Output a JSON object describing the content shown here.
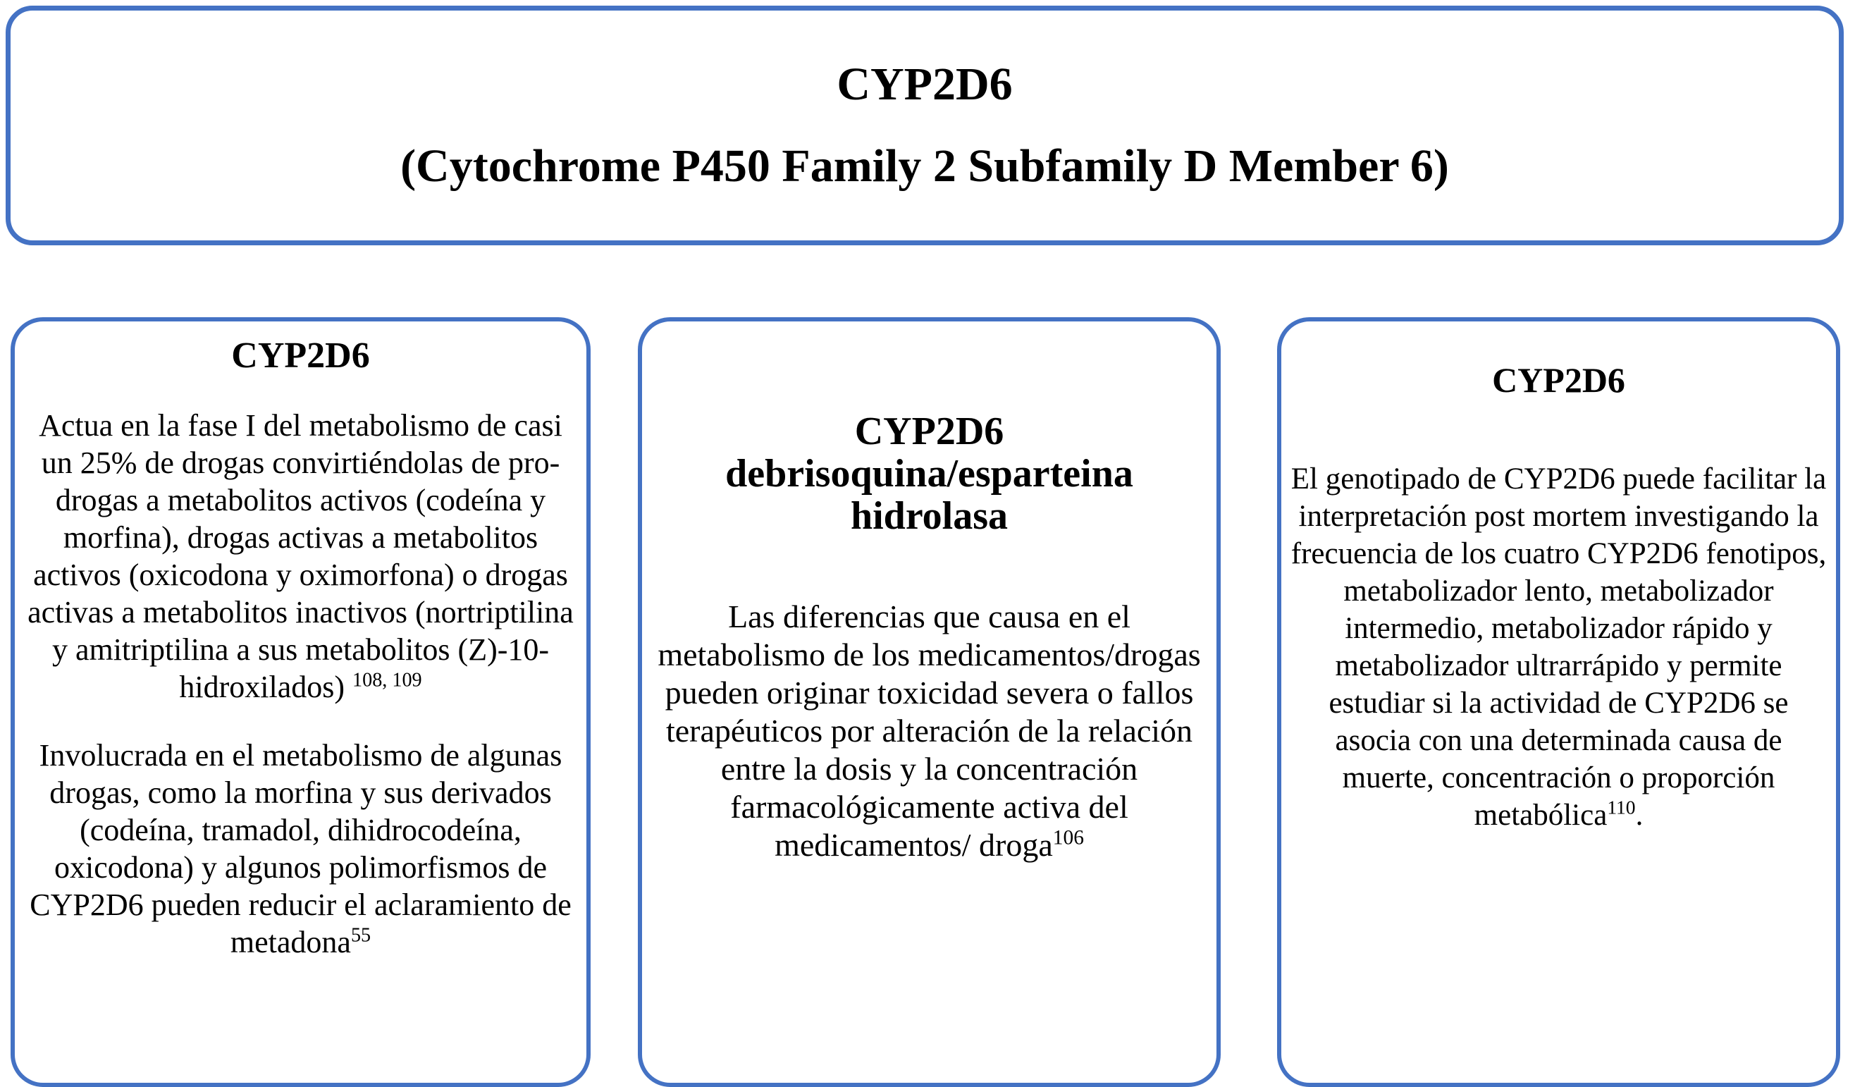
{
  "style": {
    "border_color": "#4472C4",
    "text_color": "#000000",
    "background": "#ffffff"
  },
  "header": {
    "title": "CYP2D6",
    "subtitle": "(Cytochrome P450 Family 2 Subfamily D Member 6)"
  },
  "cards": [
    {
      "heading": "CYP2D6",
      "paragraphs": [
        {
          "lead": "Actua en la fase I del metabolismo de casi un 25% de drogas convirtiéndolas de pro-drogas a metabolitos activos (codeína y morfina), drogas activas a metabolitos activos (oxicodona y oximorfona) o drogas activas a metabolitos inactivos (nortriptilina y amitriptilina a sus metabolitos (Z)-10-hidroxilados) ",
          "sup": "108, 109",
          "tail": ""
        },
        {
          "lead": "Involucrada en el metabolismo de algunas drogas, como la morfina y sus derivados (codeína, tramadol, dihidrocodeína, oxicodona) y algunos polimorfismos de CYP2D6 pueden reducir el aclaramiento de metadona",
          "sup": "55",
          "tail": ""
        }
      ]
    },
    {
      "heading": "CYP2D6\ndebrisoquina/esparteina\nhidrolasa",
      "paragraphs": [
        {
          "lead": "Las diferencias que causa en el metabolismo de los medicamentos/drogas pueden originar toxicidad severa o fallos terapéuticos por alteración de la relación entre la dosis y la concentración farmacológicamente activa del medicamentos/ droga",
          "sup": "106",
          "tail": ""
        }
      ]
    },
    {
      "heading": "CYP2D6",
      "paragraphs": [
        {
          "lead": "El genotipado de CYP2D6 puede facilitar la interpretación post mortem investigando la frecuencia de los cuatro CYP2D6 fenotipos, metabolizador lento, metabolizador intermedio, metabolizador rápido y metabolizador ultrarrápido y permite estudiar si la actividad de CYP2D6 se asocia con una determinada causa de muerte, concentración o proporción metabólica",
          "sup": "110",
          "tail": "."
        }
      ]
    }
  ]
}
